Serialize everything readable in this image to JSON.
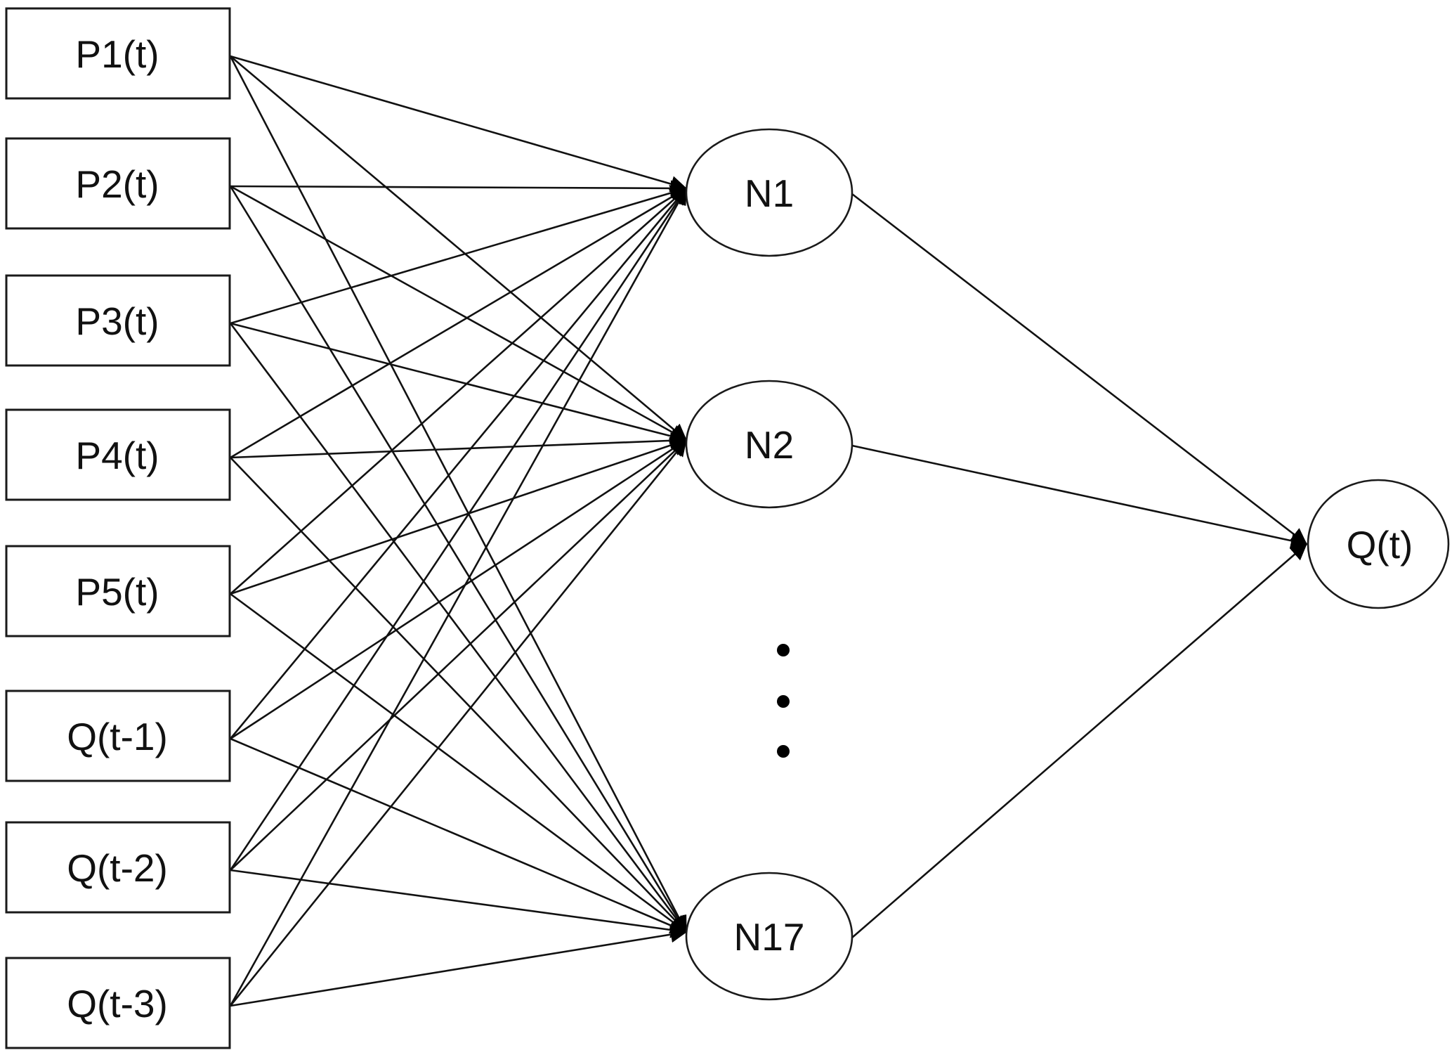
{
  "diagram": {
    "type": "neural-network",
    "inputs": [
      {
        "id": "P1",
        "label": "P1(t)"
      },
      {
        "id": "P2",
        "label": "P2(t)"
      },
      {
        "id": "P3",
        "label": "P3(t)"
      },
      {
        "id": "P4",
        "label": "P4(t)"
      },
      {
        "id": "P5",
        "label": "P5(t)"
      },
      {
        "id": "Q1",
        "label": "Q(t-1)"
      },
      {
        "id": "Q2",
        "label": "Q(t-2)"
      },
      {
        "id": "Q3",
        "label": "Q(t-3)"
      }
    ],
    "hidden": [
      {
        "id": "N1",
        "label": "N1"
      },
      {
        "id": "N2",
        "label": "N2"
      },
      {
        "id": "N17",
        "label": "N17"
      }
    ],
    "hidden_ellipsis": "⋮",
    "hidden_count": 17,
    "output": {
      "id": "Qt",
      "label": "Q(t)"
    },
    "edges_input_to_hidden": "fully-connected",
    "edges_hidden_to_output": "fully-connected",
    "arrowheads": true
  }
}
